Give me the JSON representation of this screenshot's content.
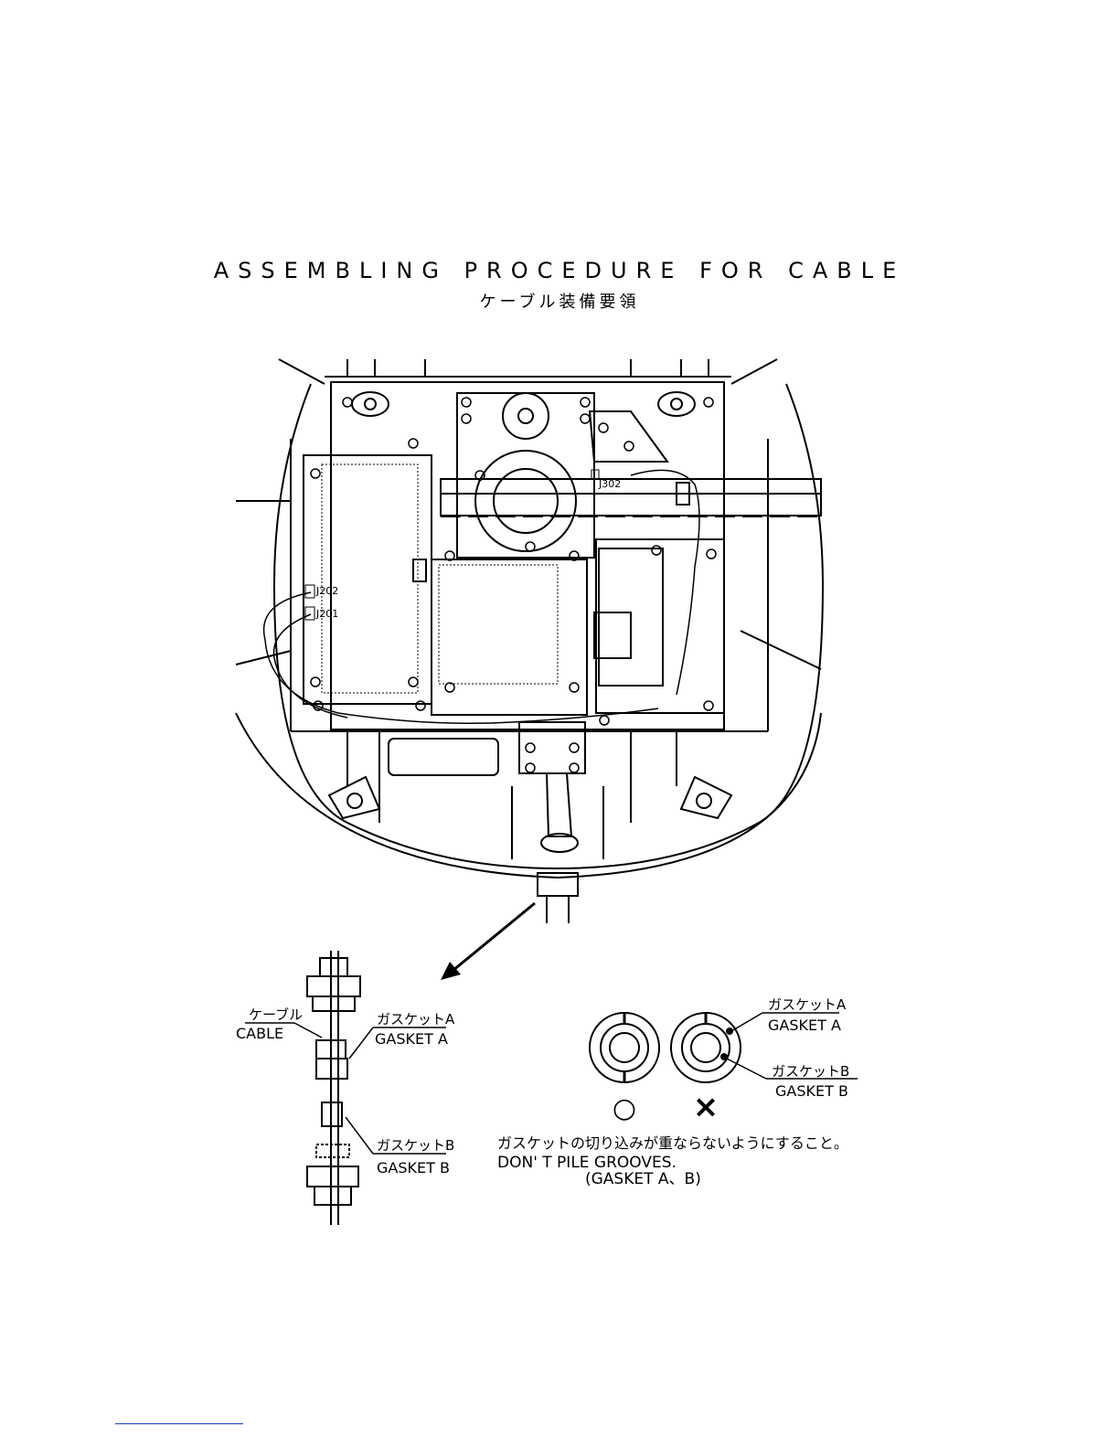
{
  "title": {
    "english": "ASSEMBLING PROCEDURE FOR CABLE",
    "japanese": "ケーブル装備要領"
  },
  "connectors": [
    "J302",
    "J202",
    "J201"
  ],
  "cable_detail": {
    "cable_jp": "ケーブル",
    "cable_en": "CABLE",
    "gasket_a_jp": "ガスケットA",
    "gasket_a_en": "GASKET A",
    "gasket_b_jp": "ガスケットB",
    "gasket_b_en": "GASKET B"
  },
  "groove_detail": {
    "gasket_a_jp": "ガスケットA",
    "gasket_a_en": "GASKET A",
    "gasket_b_jp": "ガスケットB",
    "gasket_b_en": "GASKET B",
    "ok_mark": "○",
    "ng_mark": "×"
  },
  "instruction": {
    "jp": "ガスケットの切り込みが重ならないようにすること。",
    "en_line1": "DON' T PILE GROOVES.",
    "en_line2": "(GASKET A、B)"
  }
}
